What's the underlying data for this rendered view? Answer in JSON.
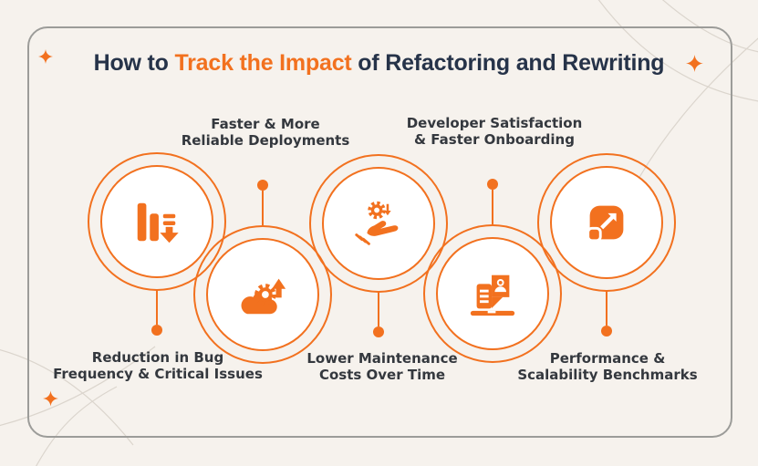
{
  "title": {
    "part1": "How to ",
    "highlight": "Track the Impact",
    "part2": " of Refactoring and Rewriting"
  },
  "colors": {
    "accent_orange": "#F2711F",
    "title_navy": "#263349",
    "label_gray": "#34383E",
    "background_cream": "#F6F2ED",
    "frame_border": "#9C9C99"
  },
  "nodes": [
    {
      "icon": "bar-chart-decrease-icon",
      "label_position": "below",
      "lines": [
        "Reduction in Bug",
        "Frequency & Critical Issues"
      ]
    },
    {
      "icon": "cloud-gear-upload-icon",
      "label_position": "above",
      "lines": [
        "Faster & More",
        "Reliable Deployments"
      ]
    },
    {
      "icon": "hand-gear-icon",
      "label_position": "below",
      "lines": [
        "Lower Maintenance",
        "Costs Over Time"
      ]
    },
    {
      "icon": "laptop-person-icon",
      "label_position": "above",
      "lines": [
        "Developer Satisfaction",
        "& Faster Onboarding"
      ]
    },
    {
      "icon": "expand-arrow-icon",
      "label_position": "below",
      "lines": [
        "Performance &",
        "Scalability Benchmarks"
      ]
    }
  ],
  "decorations": {
    "sparkle_count": 3,
    "sparkle_color": "#F2711F"
  }
}
